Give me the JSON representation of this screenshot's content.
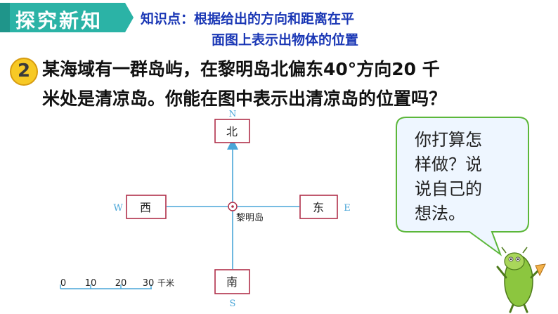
{
  "header": {
    "tag": "探究新知"
  },
  "knowledge_point": {
    "line1": "知识点：根据给出的方向和距离在平",
    "line2": "面图上表示出物体的位置"
  },
  "question": {
    "number": "2",
    "line1": "某海域有一群岛屿，在黎明岛北偏东40°方向20 千",
    "line2": "米处是清凉岛。你能在图中表示出清凉岛的位置吗？"
  },
  "map": {
    "north_box": "北",
    "south_box": "南",
    "east_box": "东",
    "west_box": "西",
    "n_letter": "N",
    "s_letter": "S",
    "e_letter": "E",
    "w_letter": "W",
    "center_label": "黎明岛",
    "scale": {
      "ticks": [
        "0",
        "10",
        "20",
        "30"
      ],
      "unit": "千米"
    }
  },
  "bubble": {
    "line1": "你打算怎",
    "line2": "样做？说",
    "line3": "说自己的",
    "line4": "想法。"
  },
  "colors": {
    "teal": "#2bb3a6",
    "axis_blue": "#4aa6d8",
    "box_red": "#b0304a",
    "bubble_green": "#5cb73a",
    "bubble_fill": "#eef6ff"
  }
}
